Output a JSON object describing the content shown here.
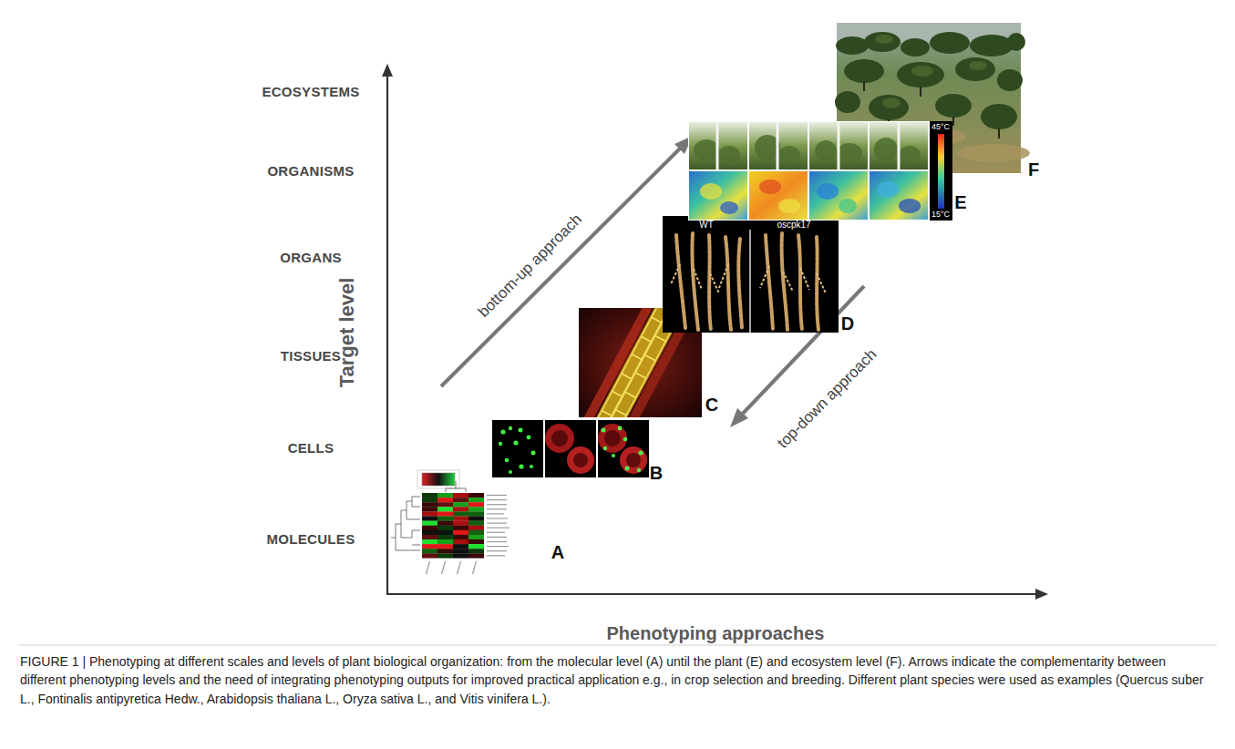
{
  "diagram": {
    "caption": "FIGURE 1 | Phenotyping at different scales and levels of plant biological organization: from the molecular level (A) until the plant (E) and ecosystem level (F). Arrows indicate the complementarity between different phenotyping levels and the need of integrating phenotyping outputs for improved practical application e.g., in crop selection and breeding. Different plant species were used as examples (Quercus suber L., Fontinalis antipyretica Hedw., Arabidopsis thaliana L., Oryza sativa L., and Vitis vinifera L.).",
    "labels": [
      "ECOSYSTEMS",
      "ORGANISMS",
      "ORGANS",
      "TISSUES",
      "CELLS",
      "MOLECULES",
      "Target level",
      "Phenotyping approaches",
      "bottom-up approach",
      "top-down approach",
      "A",
      "B",
      "C",
      "D",
      "E",
      "F",
      "WT",
      "oscpk17",
      "45°C",
      "15°C"
    ]
  }
}
